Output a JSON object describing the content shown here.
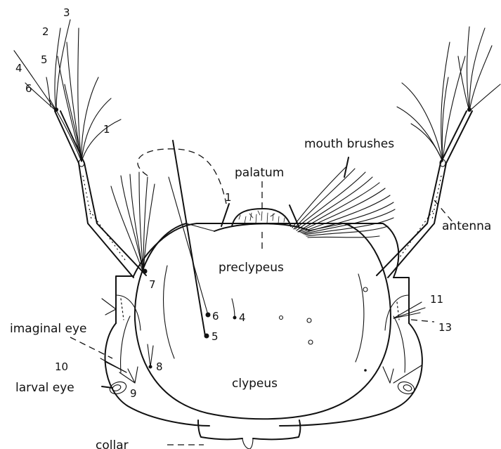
{
  "labels": {
    "mouth_brushes": "mouth brushes",
    "palatum": "palatum",
    "preclypeus": "preclypeus",
    "antenna": "antenna",
    "imaginal_eye": "imaginal eye",
    "larval_eye": "larval eye",
    "clypeus": "clypeus",
    "collar": "collar"
  },
  "setae": {
    "s1a": "1",
    "s2": "2",
    "s3": "3",
    "s4a": "4",
    "s5a": "5",
    "s6a": "6",
    "s1b": "1",
    "s7": "7",
    "s6b": "6",
    "s4b": "4",
    "s5b": "5",
    "s8": "8",
    "s9": "9",
    "s10": "10",
    "s11": "11",
    "s13": "13"
  }
}
